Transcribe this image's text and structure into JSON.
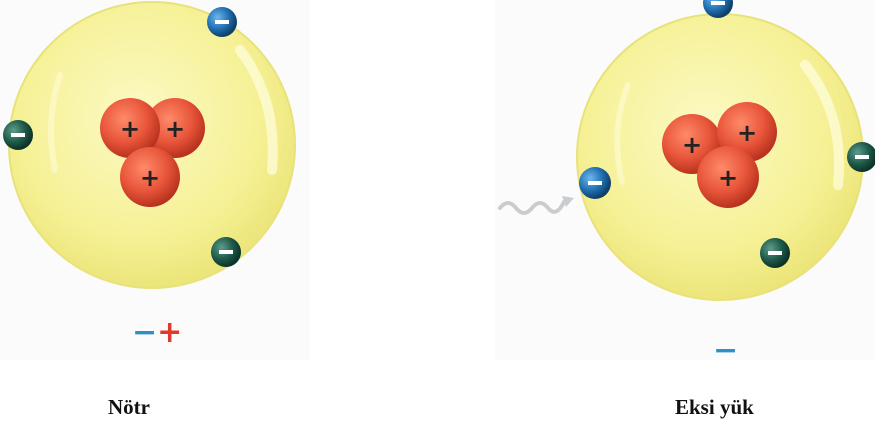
{
  "atoms": [
    {
      "id": "neutral",
      "caption": "Nötr",
      "net_charge": [
        {
          "symbol": "−",
          "color": "#2f8fc9"
        },
        {
          "symbol": "+",
          "color": "#e03a2a"
        }
      ],
      "protons": 3,
      "electrons": 3,
      "incoming_electron": false
    },
    {
      "id": "negative",
      "caption": "Eksi yük",
      "net_charge": [
        {
          "symbol": "−",
          "color": "#2f8fc9"
        }
      ],
      "protons": 3,
      "electrons": 4,
      "incoming_electron": true
    }
  ],
  "colors": {
    "shell": "#f7f39a",
    "shell_edge": "#e8e27a",
    "proton": "#e8553a",
    "electron_blue": "#1f6fb0",
    "electron_dark": "#1d5a4a",
    "arrow": "#c9cdd0"
  },
  "symbols": {
    "proton": "+",
    "electron": "−"
  }
}
